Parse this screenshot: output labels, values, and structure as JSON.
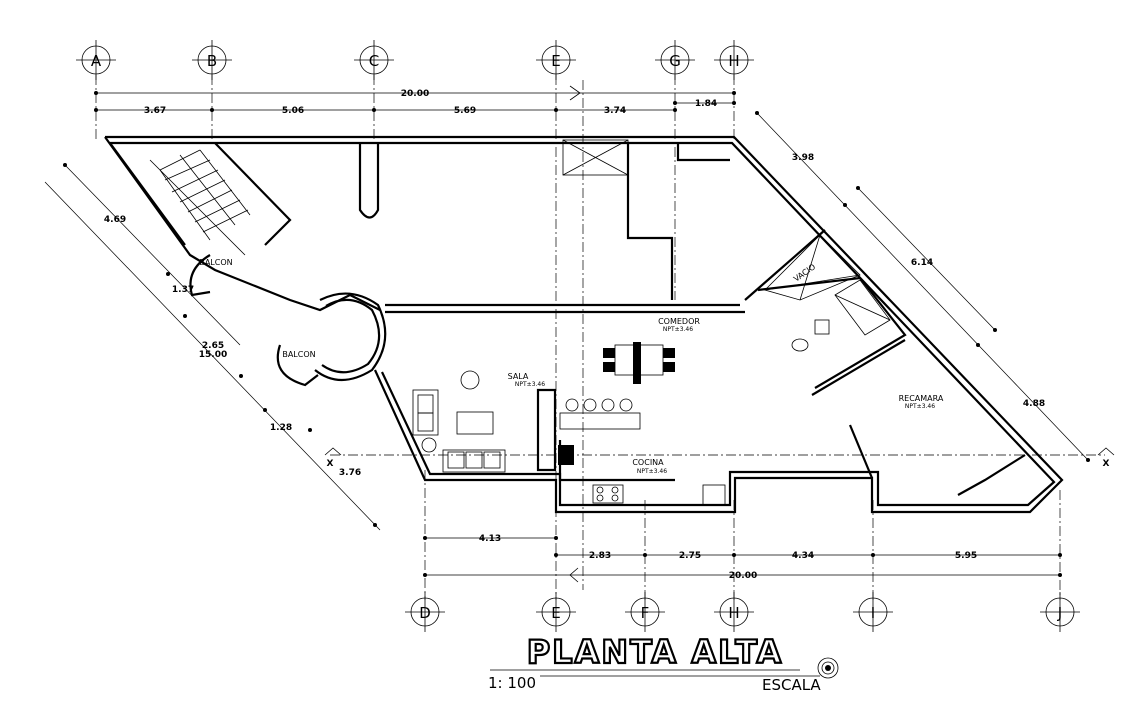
{
  "axes_top": [
    "A",
    "B",
    "C",
    "E",
    "G",
    "H"
  ],
  "axes_bottom": [
    "D",
    "E",
    "F",
    "H",
    "I",
    "J"
  ],
  "dims_top": {
    "total": "20.00",
    "parts": [
      "3.67",
      "5.06",
      "5.69",
      "3.74"
    ],
    "small": "1.84"
  },
  "dims_bottom": {
    "total": "20.00",
    "parts": [
      "2.83",
      "2.75",
      "4.34",
      "5.95"
    ],
    "left": "4.13"
  },
  "dims_left": [
    "4.69",
    "1.37",
    "2.65",
    "15.00",
    "1.28",
    "3.76"
  ],
  "dims_right": [
    "3.98",
    "6.14",
    "4.88"
  ],
  "section_marks": [
    "X",
    "X"
  ],
  "rooms": {
    "balcon_1": "BALCON",
    "balcon_2": "BALCON",
    "sala": "SALA",
    "sala_npt": "NPT±3.46",
    "comedor": "COMEDOR",
    "comedor_npt": "NPT±3.46",
    "cocina": "COCINA",
    "cocina_npt": "NPT±3.46",
    "recamara": "RECAMARA",
    "recamara_npt": "NPT±3.46",
    "vacio": "VACIO"
  },
  "title": "PLANTA ALTA",
  "scale_value": "1: 100",
  "scale_label": "ESCALA"
}
